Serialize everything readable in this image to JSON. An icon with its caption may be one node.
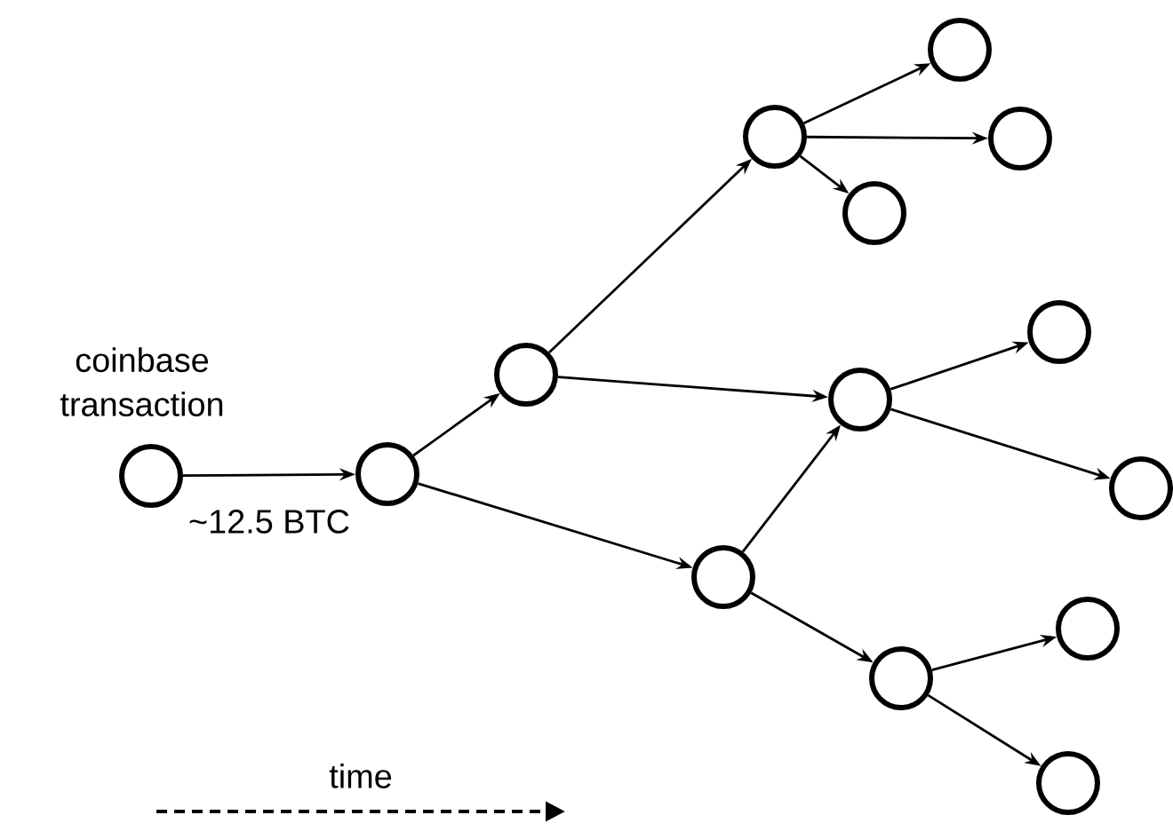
{
  "diagram": {
    "nodes": [
      {
        "text": [],
        "shape": "circle",
        "beside": [
          "coinbase transaction"
        ]
      },
      {
        "text": [],
        "shape": "circle"
      },
      {
        "text": [],
        "shape": "circle"
      },
      {
        "text": [],
        "shape": "circle"
      },
      {
        "text": [],
        "shape": "circle"
      },
      {
        "text": [],
        "shape": "circle"
      },
      {
        "text": [],
        "shape": "circle"
      },
      {
        "text": [],
        "shape": "circle"
      },
      {
        "text": [],
        "shape": "circle"
      },
      {
        "text": [],
        "shape": "circle"
      },
      {
        "text": [],
        "shape": "circle"
      },
      {
        "text": [],
        "shape": "circle"
      },
      {
        "text": [],
        "shape": "circle"
      },
      {
        "text": [],
        "shape": "circle"
      }
    ],
    "edges": [
      {
        "from": 0,
        "to": 1,
        "arrow": "to",
        "label": "~12.5 BTC"
      },
      {
        "from": 1,
        "to": 2,
        "arrow": "to"
      },
      {
        "from": 1,
        "to": 10,
        "arrow": "to"
      },
      {
        "from": 2,
        "to": 3,
        "arrow": "to"
      },
      {
        "from": 2,
        "to": 7,
        "arrow": "to"
      },
      {
        "from": 3,
        "to": 4,
        "arrow": "to"
      },
      {
        "from": 3,
        "to": 5,
        "arrow": "to"
      },
      {
        "from": 3,
        "to": 6,
        "arrow": "to"
      },
      {
        "from": 10,
        "to": 7,
        "arrow": "to"
      },
      {
        "from": 7,
        "to": 8,
        "arrow": "to"
      },
      {
        "from": 7,
        "to": 9,
        "arrow": "to"
      },
      {
        "from": 10,
        "to": 11,
        "arrow": "to"
      },
      {
        "from": 11,
        "to": 12,
        "arrow": "to"
      },
      {
        "from": 11,
        "to": 13,
        "arrow": "to"
      }
    ],
    "labels": [
      "time"
    ]
  }
}
